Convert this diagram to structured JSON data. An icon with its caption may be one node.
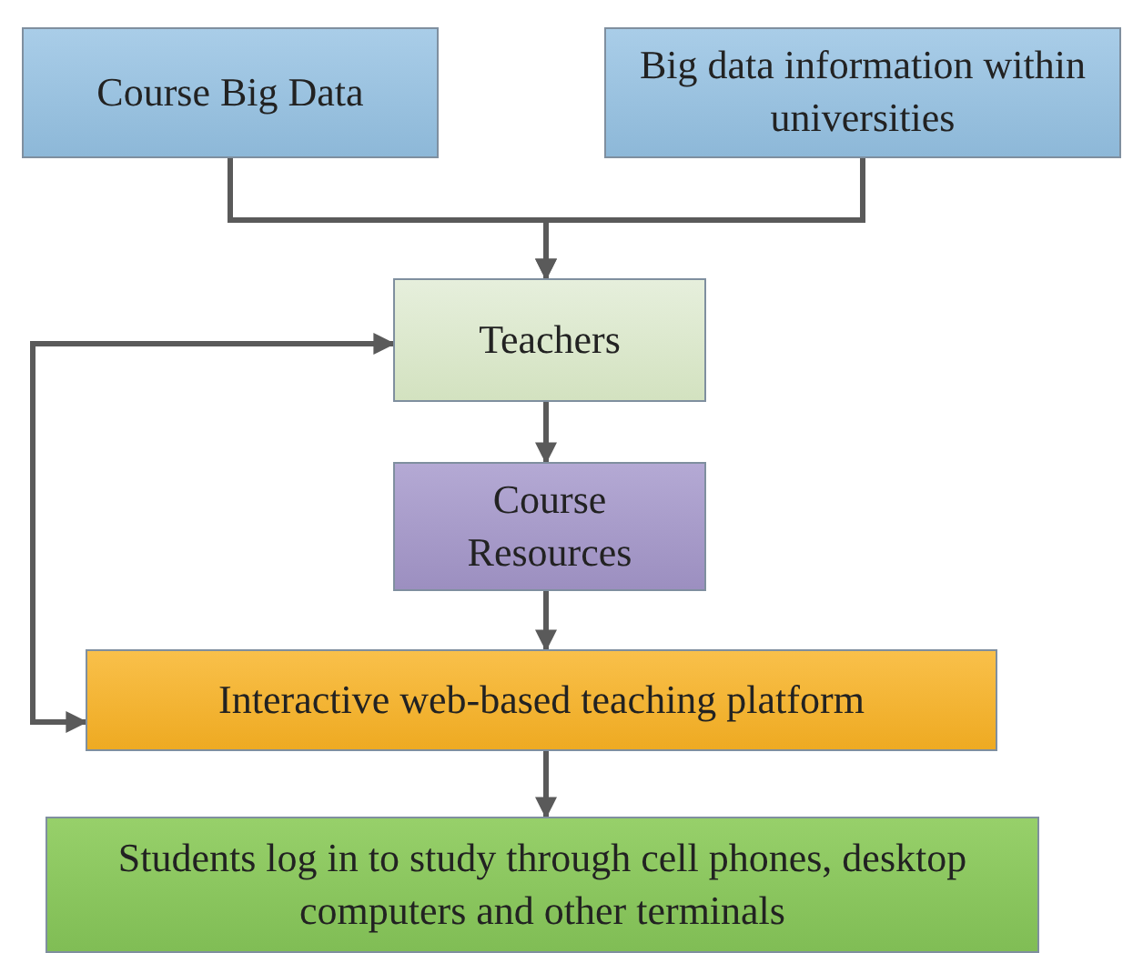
{
  "diagram": {
    "nodes": [
      {
        "text": [
          "Course Big Data"
        ]
      },
      {
        "text": [
          "Big data information within universities"
        ]
      },
      {
        "text": [
          "Teachers"
        ]
      },
      {
        "text": [
          "Course Resources"
        ]
      },
      {
        "text": [
          "Interactive web-based teaching platform"
        ]
      },
      {
        "text": [
          "Students log in to study through cell phones, desktop computers and other terminals"
        ]
      }
    ],
    "edges": [
      {
        "from": 0,
        "to": 2,
        "arrow": "to"
      },
      {
        "from": 1,
        "to": 2,
        "arrow": "to"
      },
      {
        "from": 2,
        "to": 3,
        "arrow": "to"
      },
      {
        "from": 3,
        "to": 4,
        "arrow": "to"
      },
      {
        "from": 4,
        "to": 5,
        "arrow": "to"
      },
      {
        "from": 4,
        "to": 2,
        "arrow": "both"
      }
    ]
  }
}
